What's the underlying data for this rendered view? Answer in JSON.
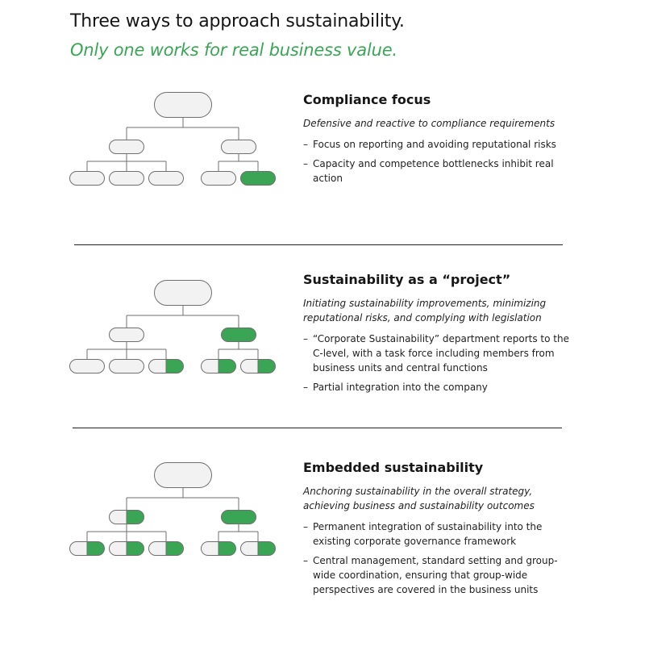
{
  "header": {
    "title": "Three ways to approach sustainability.",
    "subtitle": "Only one works for real business value."
  },
  "colors": {
    "accent": "#3aa655",
    "node_fill": "#f2f2f2",
    "node_stroke": "#6f6f6f",
    "line": "#6f6f6f"
  },
  "sections": [
    {
      "title": "Compliance focus",
      "description": "Defensive and reactive to compliance requirements",
      "bullets": [
        "Focus on reporting and avoiding reputational risks",
        "Capacity and competence bottlenecks inhibit real action"
      ],
      "org_chart": {
        "root": "empty",
        "managers": [
          "empty",
          "empty"
        ],
        "units": [
          "empty",
          "empty",
          "empty",
          "empty",
          "full"
        ]
      }
    },
    {
      "title": "Sustainability as a “project”",
      "description": "Initiating sustainability improvements, minimizing reputational risks, and complying with legislation",
      "bullets": [
        "“Corporate Sustainability” department reports to the C-level, with a task force including members from business units and central functions",
        "Partial integration into the company"
      ],
      "org_chart": {
        "root": "empty",
        "managers": [
          "empty",
          "full"
        ],
        "units": [
          "empty",
          "empty",
          "right-half",
          "right-half",
          "right-half"
        ]
      }
    },
    {
      "title": "Embedded sustainability",
      "description": "Anchoring sustainability in the overall strategy, achieving business and sustainability outcomes",
      "bullets": [
        "Permanent integration of sustainability into the existing corporate governance framework",
        "Central management, standard setting and group-wide coordination, ensuring that group-wide perspectives are covered in the business units"
      ],
      "org_chart": {
        "root": "empty",
        "managers": [
          "right-half",
          "full"
        ],
        "units": [
          "right-half",
          "right-half",
          "right-half",
          "right-half",
          "right-half"
        ]
      }
    }
  ]
}
